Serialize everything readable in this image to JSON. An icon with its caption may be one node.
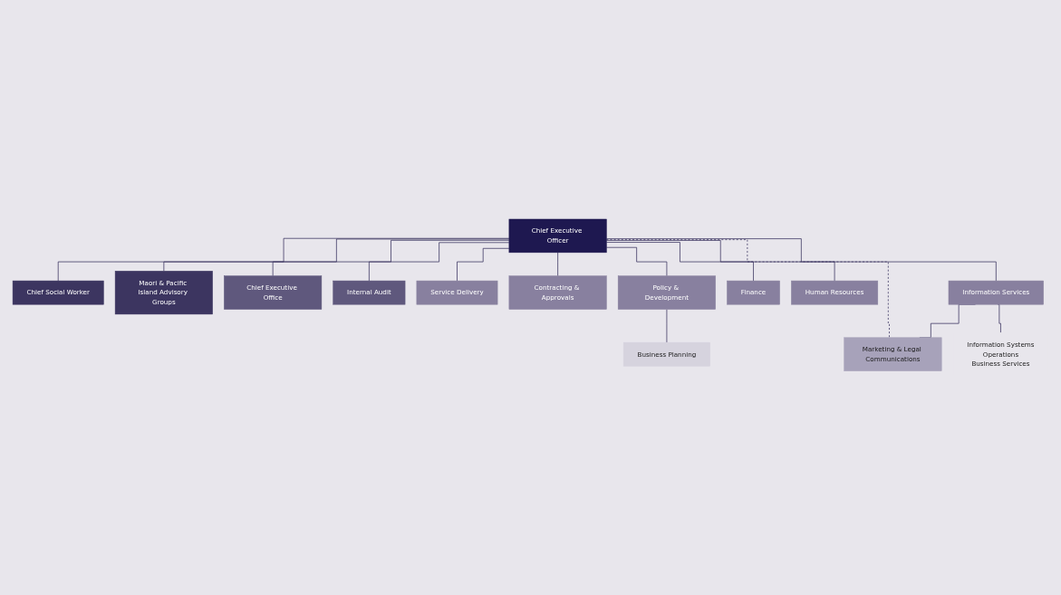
{
  "diagram": {
    "nodes": [
      {
        "text": [
          "Chief Executive Officer"
        ]
      },
      {
        "text": [
          "Chief Social Worker"
        ]
      },
      {
        "text": [
          "Maori & Pacific Island Advisory Groups"
        ]
      },
      {
        "text": [
          "Chief Executive Office"
        ]
      },
      {
        "text": [
          "Internal Audit"
        ]
      },
      {
        "text": [
          "Service Delivery"
        ]
      },
      {
        "text": [
          "Contracting & Approvals"
        ]
      },
      {
        "text": [
          "Policy & Development"
        ]
      },
      {
        "text": [
          "Finance"
        ]
      },
      {
        "text": [
          "Human Resources"
        ]
      },
      {
        "text": [
          "Information Services"
        ]
      },
      {
        "text": [
          "Marketing & Legal Communications"
        ]
      },
      {
        "text": [
          "Business Planning"
        ]
      },
      {
        "text": [
          "Information Systems",
          "Operations",
          "Business Services"
        ]
      }
    ],
    "edges": [
      {
        "from": 0,
        "to": 1,
        "arrow": "none"
      },
      {
        "from": 0,
        "to": 2,
        "arrow": "none"
      },
      {
        "from": 0,
        "to": 3,
        "arrow": "none"
      },
      {
        "from": 0,
        "to": 4,
        "arrow": "none"
      },
      {
        "from": 0,
        "to": 5,
        "arrow": "none"
      },
      {
        "from": 0,
        "to": 6,
        "arrow": "none"
      },
      {
        "from": 0,
        "to": 7,
        "arrow": "none"
      },
      {
        "from": 0,
        "to": 8,
        "arrow": "none"
      },
      {
        "from": 0,
        "to": 9,
        "arrow": "none"
      },
      {
        "from": 0,
        "to": 10,
        "arrow": "none"
      },
      {
        "from": 0,
        "to": 11,
        "arrow": "none",
        "style": "dashed"
      },
      {
        "from": 7,
        "to": 12,
        "arrow": "none"
      },
      {
        "from": 10,
        "to": 11,
        "arrow": "none"
      },
      {
        "from": 10,
        "to": 13,
        "arrow": "none"
      }
    ]
  }
}
